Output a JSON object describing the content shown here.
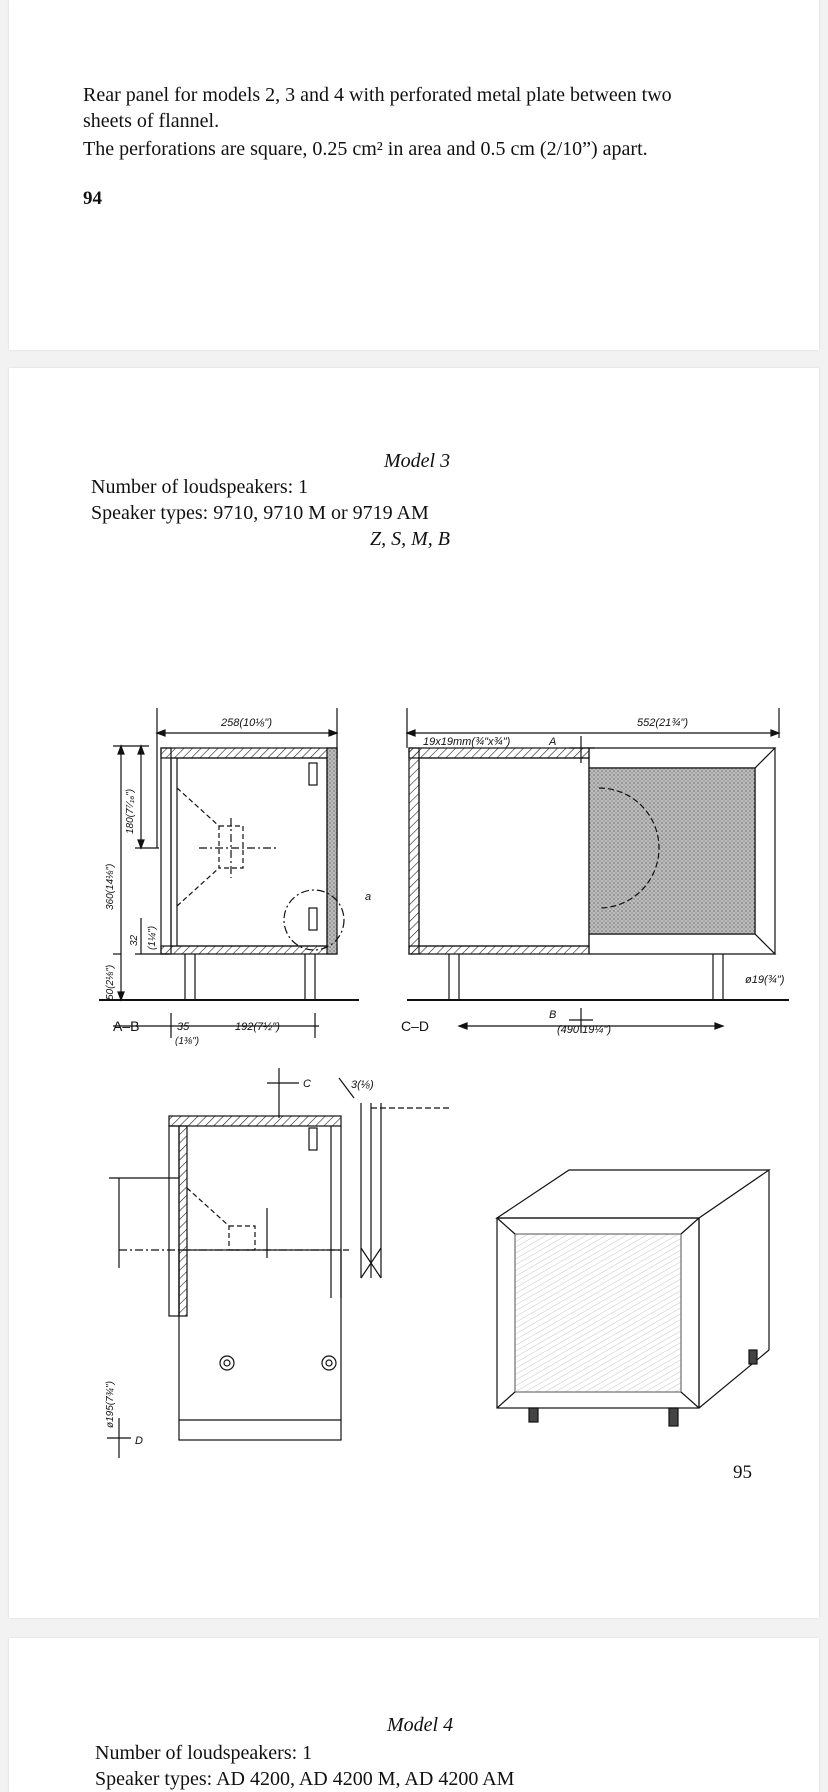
{
  "page1": {
    "para_line1": "Rear panel for models 2, 3 and 4 with perforated metal plate between two",
    "para_line2": "sheets of flannel.",
    "para_line3": "The perforations are square, 0.25 cm² in area and 0.5 cm (2/10”) apart.",
    "page_number": "94"
  },
  "page2": {
    "model_title": "Model 3",
    "speakers_count": "Number of loudspeakers: 1",
    "speaker_types": "Speaker types: 9710, 9710 M or 9719 AM",
    "type_codes": "Z, S, M, B",
    "page_number": "95",
    "drawing": {
      "dim_width_ab": "258(10⅛\")",
      "dim_depth_cd": "552(21¾\")",
      "dim_strip": "19x19mm(¾\"x¾\")",
      "label_a": "A",
      "label_b": "B",
      "label_c": "C",
      "label_d": "D",
      "label_detail": "a",
      "dim_height_total": "360(14⅛\")",
      "dim_height_upper": "180(7⁷⁄₁₆\")",
      "dim_height_32": "32",
      "dim_height_32_in": "(1¼\")",
      "dim_leg": "50(2⅛\")",
      "section_ab": "A–B",
      "section_cd": "C–D",
      "dim_35": "35",
      "dim_35_in": "(1⅜\")",
      "dim_192": "192(7½\")",
      "dim_490": "(490 19¼\")",
      "dim_leg_dia": "ø19(¾\")",
      "dim_3": "3(⅛)",
      "dim_hole": "ø195(7¾\")"
    }
  },
  "page3": {
    "model_title": "Model 4",
    "speakers_count": "Number of loudspeakers: 1",
    "speaker_types": "Speaker types: AD 4200, AD 4200 M, AD 4200 AM"
  }
}
